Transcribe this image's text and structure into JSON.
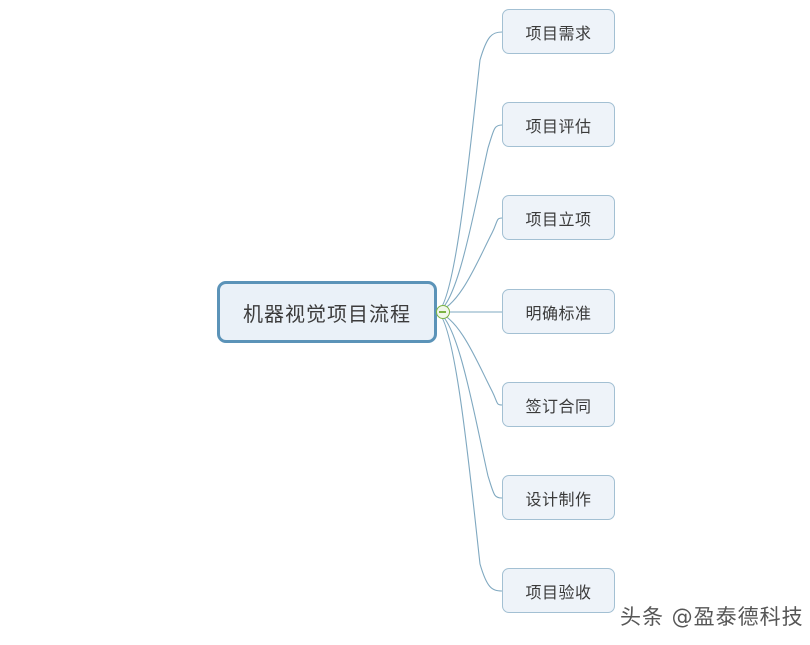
{
  "diagram": {
    "type": "mind-map",
    "background_color": "#ffffff",
    "root": {
      "label": "机器视觉项目流程",
      "border_color": "#5b93b8",
      "fill_color": "#eaf1f8",
      "text_color": "#3c3c3c"
    },
    "toggle": {
      "state": "expanded",
      "symbol": "−",
      "color": "#7cb342",
      "name": "collapse-minus-icon"
    },
    "connector_color": "#7fa8c0",
    "children": [
      {
        "label": "项目需求"
      },
      {
        "label": "项目评估"
      },
      {
        "label": "项目立项"
      },
      {
        "label": "明确标准"
      },
      {
        "label": "签订合同"
      },
      {
        "label": "设计制作"
      },
      {
        "label": "项目验收"
      }
    ],
    "child_style": {
      "border_color": "#a3c0d3",
      "fill_color": "#eef3f9",
      "text_color": "#3a3a3a"
    }
  },
  "watermark": {
    "text": "头条 @盈泰德科技"
  }
}
